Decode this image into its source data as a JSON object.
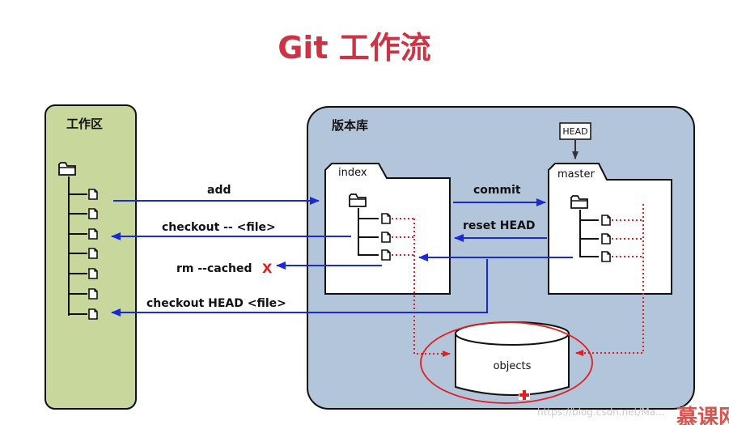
{
  "title": "Git 工作流",
  "zones": {
    "workspace": "工作区",
    "repository": "版本库",
    "index_tab": "index",
    "master_tab": "master",
    "head_box": "HEAD",
    "objects": "objects"
  },
  "arrows": {
    "add": "add",
    "checkout_file": "checkout -- <file>",
    "rm_cached": "rm --cached",
    "rm_x": "X",
    "checkout_head": "checkout HEAD <file>",
    "commit": "commit",
    "reset_head": "reset HEAD"
  },
  "watermark": "https://blog.csdn.net/Ma...",
  "brand": "慕课网",
  "colors": {
    "title": "#cc3344",
    "workspace_fill": "#c8d89c",
    "repository_fill": "#b3c5da",
    "arrow": "#1a2bd6",
    "dotted": "#e02020",
    "annotation": "#e02020"
  }
}
